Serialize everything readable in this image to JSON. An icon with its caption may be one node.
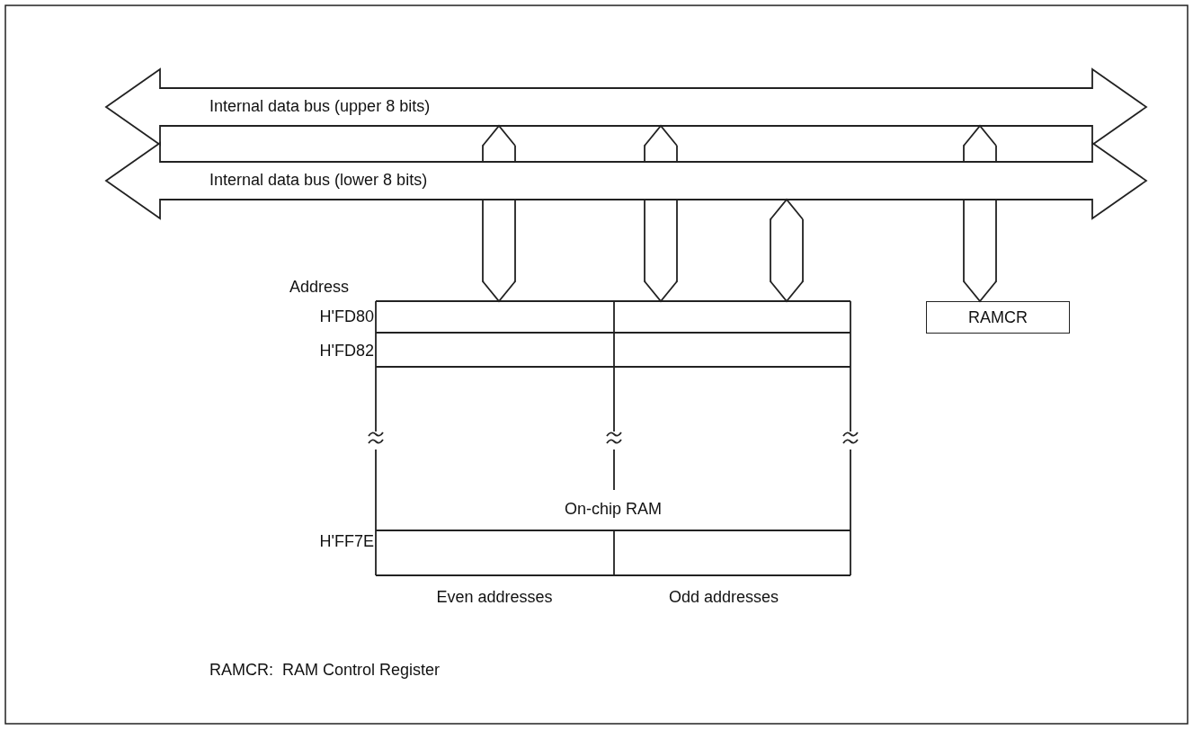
{
  "diagram": {
    "nodes": [
      {
        "text": [
          "Internal data bus (upper 8 bits)"
        ]
      },
      {
        "text": [
          "Internal data bus (lower 8 bits)"
        ]
      },
      {
        "text": [
          "On-chip RAM"
        ],
        "beside": [
          "Even addresses",
          "Odd addresses"
        ]
      },
      {
        "text": [
          "RAMCR"
        ]
      }
    ],
    "edges": [
      {
        "from": 1,
        "to": 0,
        "arrow": "to"
      },
      {
        "from": 1,
        "to": 0,
        "arrow": "to"
      },
      {
        "from": 1,
        "to": 0,
        "arrow": "to"
      },
      {
        "from": 1,
        "to": 2,
        "arrow": "to"
      },
      {
        "from": 1,
        "to": 2,
        "arrow": "to"
      },
      {
        "from": 1,
        "to": 2,
        "arrow": "both"
      },
      {
        "from": 1,
        "to": 3,
        "arrow": "to"
      }
    ],
    "labels": [
      "Address",
      "H'FD80",
      "H'FD82",
      "H'FF7E",
      "RAMCR:  RAM Control Register"
    ]
  }
}
